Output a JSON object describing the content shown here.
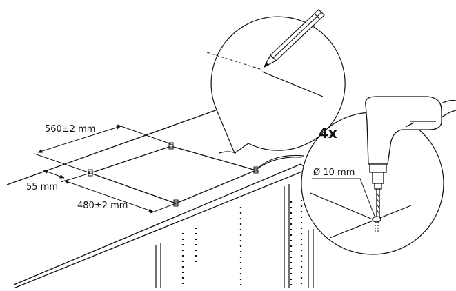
{
  "labels": {
    "width_dimension": "560±2 mm",
    "edge_offset": "55 mm",
    "depth_dimension": "480±2 mm",
    "quantity": "4x",
    "drill_diameter": "Ø 10 mm"
  },
  "icons": {
    "pencil": "pencil-icon",
    "drill": "drill-icon"
  },
  "colors": {
    "line": "#111111",
    "background": "#ffffff"
  }
}
